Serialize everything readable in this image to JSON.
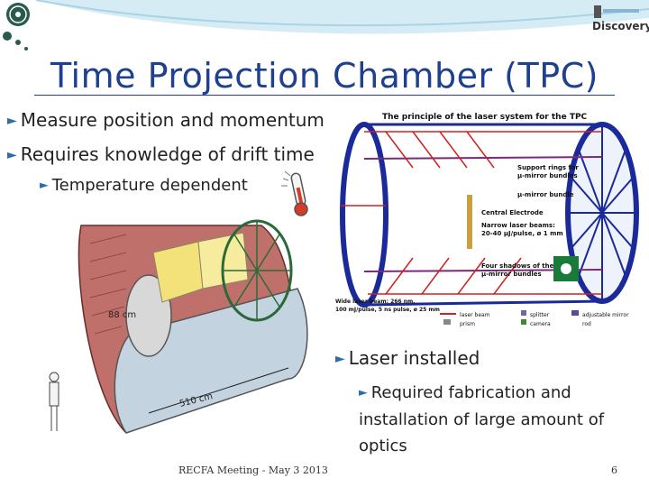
{
  "slide": {
    "title": "Time Projection Chamber (TPC)",
    "bullets": [
      {
        "text": "Measure position and momentum",
        "level": 1
      },
      {
        "text": "Requires knowledge of drift time",
        "level": 1
      },
      {
        "text": "Temperature dependent",
        "level": 2
      },
      {
        "text": "Laser installed",
        "level": 1
      },
      {
        "text": "Required fabrication and installation of large amount of optics",
        "level": 2
      }
    ],
    "footer": "RECFA Meeting - May 3 2013",
    "page_number": "6"
  },
  "logos": {
    "discovery": "Discovery"
  },
  "tpc_figure": {
    "dim_long": "510 cm",
    "dim_short": "88 cm"
  },
  "laser_figure": {
    "title": "The principle of the laser system for the TPC",
    "labels": {
      "support_rings_1": "Support rings for",
      "support_rings_2": "µ-mirror bundles",
      "mirror_bundle": "µ-mirror bundle",
      "central_electrode": "Central Electrode",
      "narrow_1": "Narrow laser beams:",
      "narrow_2": "20-40 µJ/pulse, ø 1 mm",
      "shadows_1": "Four shadows of the",
      "shadows_2": "µ-mirror bundles",
      "wide_1": "Wide laser beam: 266 nm,",
      "wide_2": "100 mJ/pulse, 5 ns pulse, ø 25 mm"
    },
    "legend": {
      "laser_beam": "laser beam",
      "prism": "prism",
      "splitter": "splitter",
      "camera": "camera",
      "mirror_1": "adjustable mirror",
      "mirror_2": "rod"
    }
  },
  "colors": {
    "title": "#1f3f8f",
    "bullet_marker": "#2c6ea8",
    "laser_beam": "#d22020",
    "tpc_body": "#c0706a"
  }
}
